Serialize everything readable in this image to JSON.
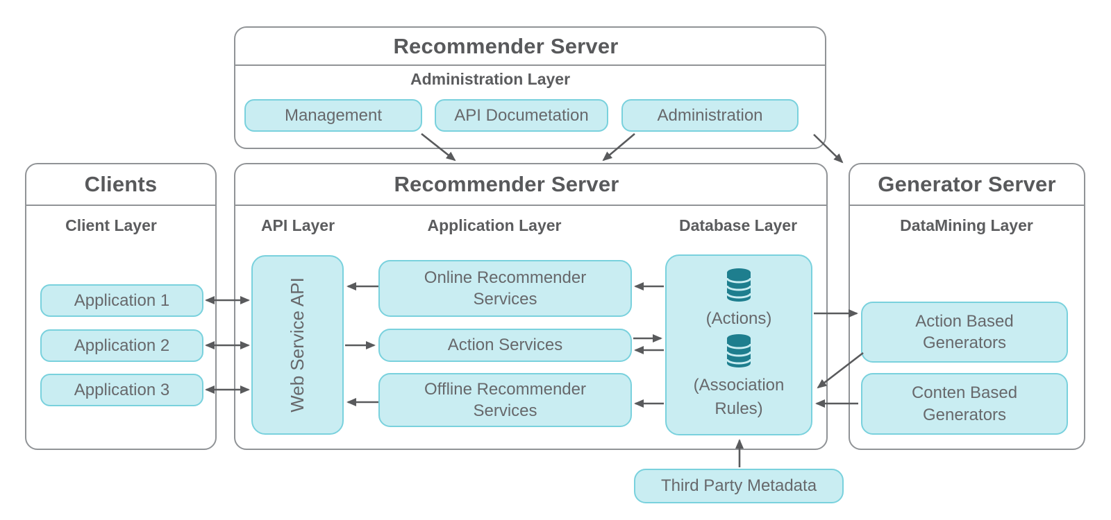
{
  "colors": {
    "frame_border": "#909396",
    "pill_fill": "#c9edf2",
    "pill_border": "#79d1dd",
    "text": "#67686b",
    "heading": "#58595b",
    "label": "#5b5c5e",
    "arrow": "#595a5c",
    "db_icon": "#1e7e8e"
  },
  "admin_server": {
    "title": "Recommender Server",
    "layer_label": "Administration Layer",
    "modules": [
      "Management",
      "API Documetation",
      "Administration"
    ]
  },
  "clients": {
    "title": "Clients",
    "layer_label": "Client Layer",
    "applications": [
      "Application 1",
      "Application 2",
      "Application 3"
    ]
  },
  "recommender_server": {
    "title": "Recommender Server",
    "api_layer": {
      "label": "API Layer",
      "service": "Web Service API"
    },
    "application_layer": {
      "label": "Application Layer",
      "services": [
        "Online Recommender Services",
        "Action Services",
        "Offline Recommender Services"
      ]
    },
    "database_layer": {
      "label": "Database Layer",
      "databases": [
        "(Actions)",
        "(Association Rules)"
      ]
    }
  },
  "generator_server": {
    "title": "Generator Server",
    "layer_label": "DataMining Layer",
    "generators": [
      "Action Based Generators",
      "Conten Based Generators"
    ]
  },
  "external": {
    "third_party_metadata": "Third Party Metadata"
  }
}
